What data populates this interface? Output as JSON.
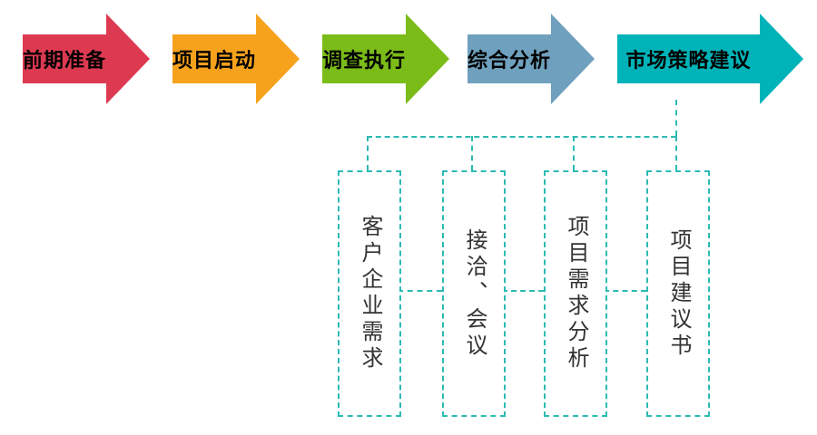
{
  "flow": {
    "steps": [
      {
        "label": "前期准备",
        "color": "#dd3a52"
      },
      {
        "label": "项目启动",
        "color": "#f7a21c"
      },
      {
        "label": "调查执行",
        "color": "#7bbc19"
      },
      {
        "label": "综合分析",
        "color": "#6fa0bd"
      },
      {
        "label": "市场策略建议",
        "color": "#00b3b8"
      }
    ]
  },
  "connector": {
    "color": "#2cbab3"
  },
  "detail": {
    "boxes": [
      {
        "label": "客户企业需求"
      },
      {
        "label": "接洽、会议"
      },
      {
        "label": "项目需求分析"
      },
      {
        "label": "项目建议书"
      }
    ]
  }
}
